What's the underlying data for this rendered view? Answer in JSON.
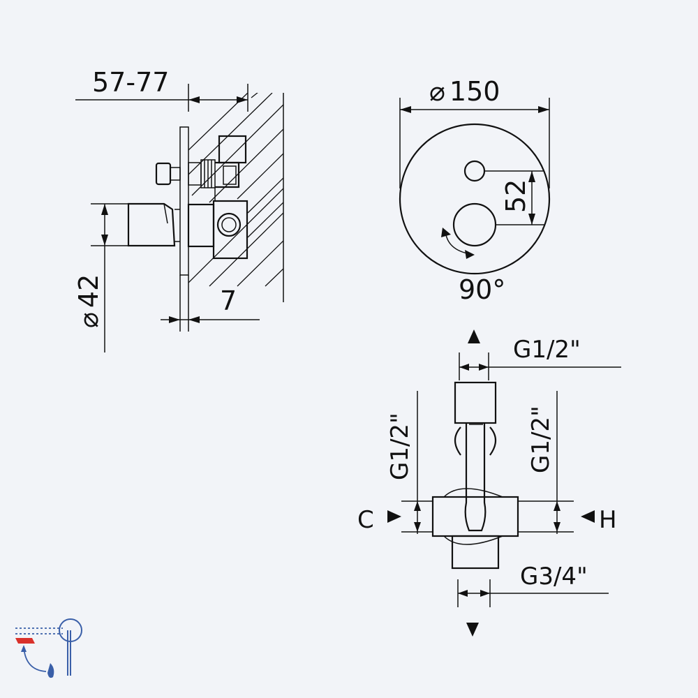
{
  "side_view": {
    "dim_depth": "57-77",
    "dim_diameter_symbol": "⌀",
    "dim_diameter": "42",
    "dim_offset": "7"
  },
  "front_view": {
    "dim_diameter_symbol": "⌀",
    "dim_diameter": "150",
    "dim_spacing": "52",
    "rotation": "90°"
  },
  "body_view": {
    "thread_top": "G1/2\"",
    "thread_left": "G1/2\"",
    "thread_right": "G1/2\"",
    "thread_bottom": "G3/4\"",
    "label_c": "C",
    "label_h": "H"
  },
  "colors": {
    "background": "#f2f4f8",
    "line": "#111111",
    "logo_blue": "#3a5fa8",
    "logo_red": "#d9312b"
  },
  "icons": [
    "shower-mixer-logo-icon"
  ]
}
